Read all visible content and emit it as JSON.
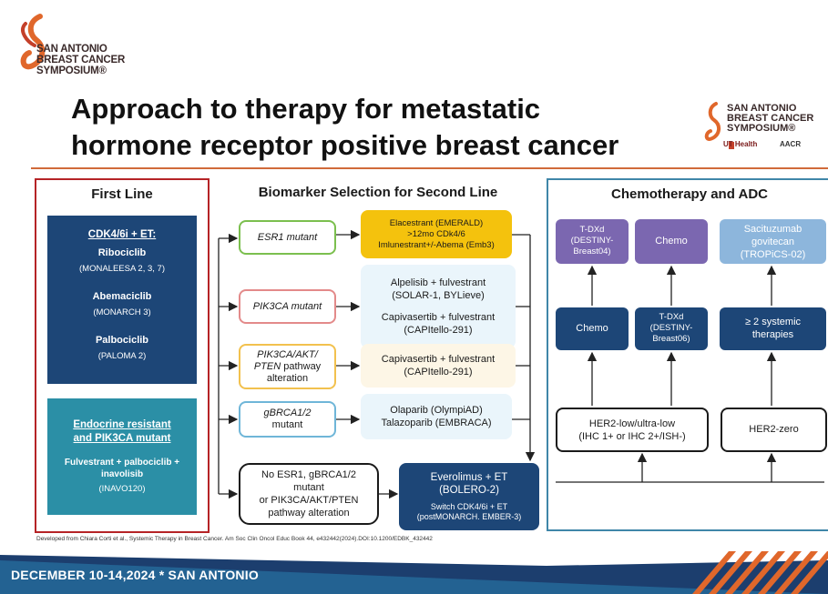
{
  "brand": {
    "logo_text": [
      "SAN ANTONIO",
      "BREAST CANCER",
      "SYMPOSIUM®"
    ],
    "right_logo_text": [
      "SAN ANTONIO",
      "BREAST CANCER",
      "SYMPOSIUM®"
    ],
    "partner1": "UT Health",
    "partner2": "AACR"
  },
  "title": [
    "Approach to therapy for metastatic",
    "hormone receptor positive breast cancer"
  ],
  "first_line": {
    "header": "First Line",
    "box1_title": "CDK4/6i + ET:",
    "drugs": [
      {
        "name": "Ribociclib",
        "trial": "(MONALEESA 2, 3, 7)"
      },
      {
        "name": "Abemaciclib",
        "trial": "(MONARCH 3)"
      },
      {
        "name": "Palbociclib",
        "trial": "(PALOMA 2)"
      }
    ],
    "box2_title": [
      "Endocrine resistant",
      "and PIK3CA mutant"
    ],
    "box2_regimen": [
      "Fulvestrant + palbociclib +",
      "inavolisib"
    ],
    "box2_trial": "(INAVO120)"
  },
  "second_line": {
    "header": "Biomarker Selection for Second Line",
    "biomarkers": [
      {
        "lines": [
          "ESR1 mutant"
        ],
        "color": "#7bbf4e"
      },
      {
        "lines": [
          "PIK3CA mutant"
        ],
        "color": "#e38a8a"
      },
      {
        "lines": [
          "PIK3CA/AKT/",
          "PTEN pathway",
          "alteration"
        ],
        "color": "#f2c14e"
      },
      {
        "lines": [
          "gBRCA1/2",
          "mutant"
        ],
        "color": "#6fb6d8"
      },
      {
        "lines": [
          "No ESR1, gBRCA1/2",
          "mutant",
          "or PIK3CA/AKT/PTEN",
          "pathway alteration"
        ],
        "color": "#1a1a1a"
      }
    ],
    "results": [
      {
        "lines": [
          "Elacestrant (EMERALD)",
          ">12mo CDk4/6",
          "Imlunestrant+/-Abema (Emb3)"
        ]
      },
      {
        "lines": [
          "Alpelisib + fulvestrant",
          "(SOLAR-1, BYLieve)",
          "",
          "Capivasertib + fulvestrant",
          "(CAPItello-291)"
        ]
      },
      {
        "lines": [
          "Capivasertib + fulvestrant",
          "(CAPItello-291)"
        ]
      },
      {
        "lines": [
          "Olaparib (OlympiAD)",
          "Talazoparib (EMBRACA)"
        ]
      },
      {
        "lines": [
          "Everolimus + ET",
          "(BOLERO-2)",
          "",
          "Switch CDK4/6i + ET",
          "(postMONARCH. EMBER-3)"
        ]
      }
    ]
  },
  "chemo": {
    "header": "Chemotherapy and ADC",
    "top": [
      [
        "T-DXd",
        "(DESTINY-",
        "Breast04)"
      ],
      [
        "Chemo"
      ],
      [
        "Sacituzumab",
        "govitecan",
        "(TROPiCS-02)"
      ]
    ],
    "mid": [
      [
        "Chemo"
      ],
      [
        "T-DXd",
        "(DESTINY-",
        "Breast06)"
      ],
      [
        "≥ 2  systemic",
        "therapies"
      ]
    ],
    "bottom": [
      [
        "HER2-low/ultra-low",
        "(IHC 1+ or IHC 2+/ISH-)"
      ],
      [
        "HER2-zero"
      ]
    ]
  },
  "citation": "Developed from Chiara Corti et al., Systemic Therapy in Breast Cancer. Am Soc Clin Oncol Educ Book 44, e432442(2024).DOI:10.1200/EDBK_432442",
  "footer": "DECEMBER 10-14,2024 * SAN ANTONIO",
  "colors": {
    "first_line_border": "#b52326",
    "chemo_border": "#3f86a8",
    "navy": "#1d4677",
    "teal": "#2b8fa6",
    "purple": "#7b67b0",
    "light_blue": "#8db6dc",
    "esr1_result": "#f4c20d",
    "light_result": "#eaf5fb",
    "cream_result": "#fdf6e6"
  }
}
